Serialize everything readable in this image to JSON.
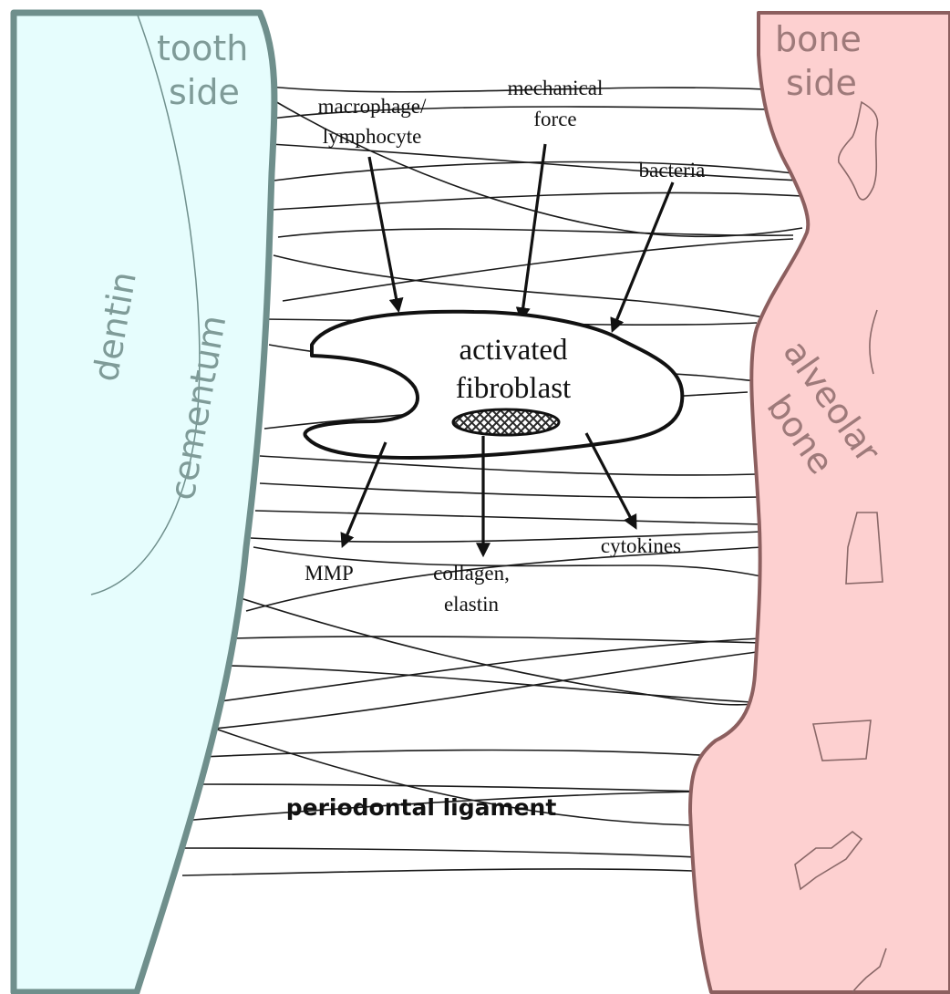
{
  "tooth": {
    "side_label_line1": "tooth",
    "side_label_line2": "side",
    "dentin_label": "dentin",
    "cementum_label": "cementum"
  },
  "bone": {
    "side_label_line1": "bone",
    "side_label_line2": "side",
    "alveolar_label_line1": "alveolar",
    "alveolar_label_line2": "bone"
  },
  "inputs": {
    "macrophage_line1": "macrophage/",
    "macrophage_line2": "lymphocyte",
    "mechanical_line1": "mechanical",
    "mechanical_line2": "force",
    "bacteria": "bacteria"
  },
  "cell": {
    "label_line1": "activated",
    "label_line2": "fibroblast"
  },
  "outputs": {
    "mmp": "MMP",
    "collagen_line1": "collagen,",
    "collagen_line2": "elastin",
    "cytokines": "cytokines"
  },
  "ligament_label": "periodontal ligament",
  "colors": {
    "tooth_fill": "#e6fdfd",
    "tooth_edge": "#6f8f8c",
    "tooth_text": "#7f9b98",
    "bone_fill": "#fdd0d0",
    "bone_edge": "#8c5f5f",
    "bone_text": "#9e7a7a",
    "line": "#111111"
  }
}
